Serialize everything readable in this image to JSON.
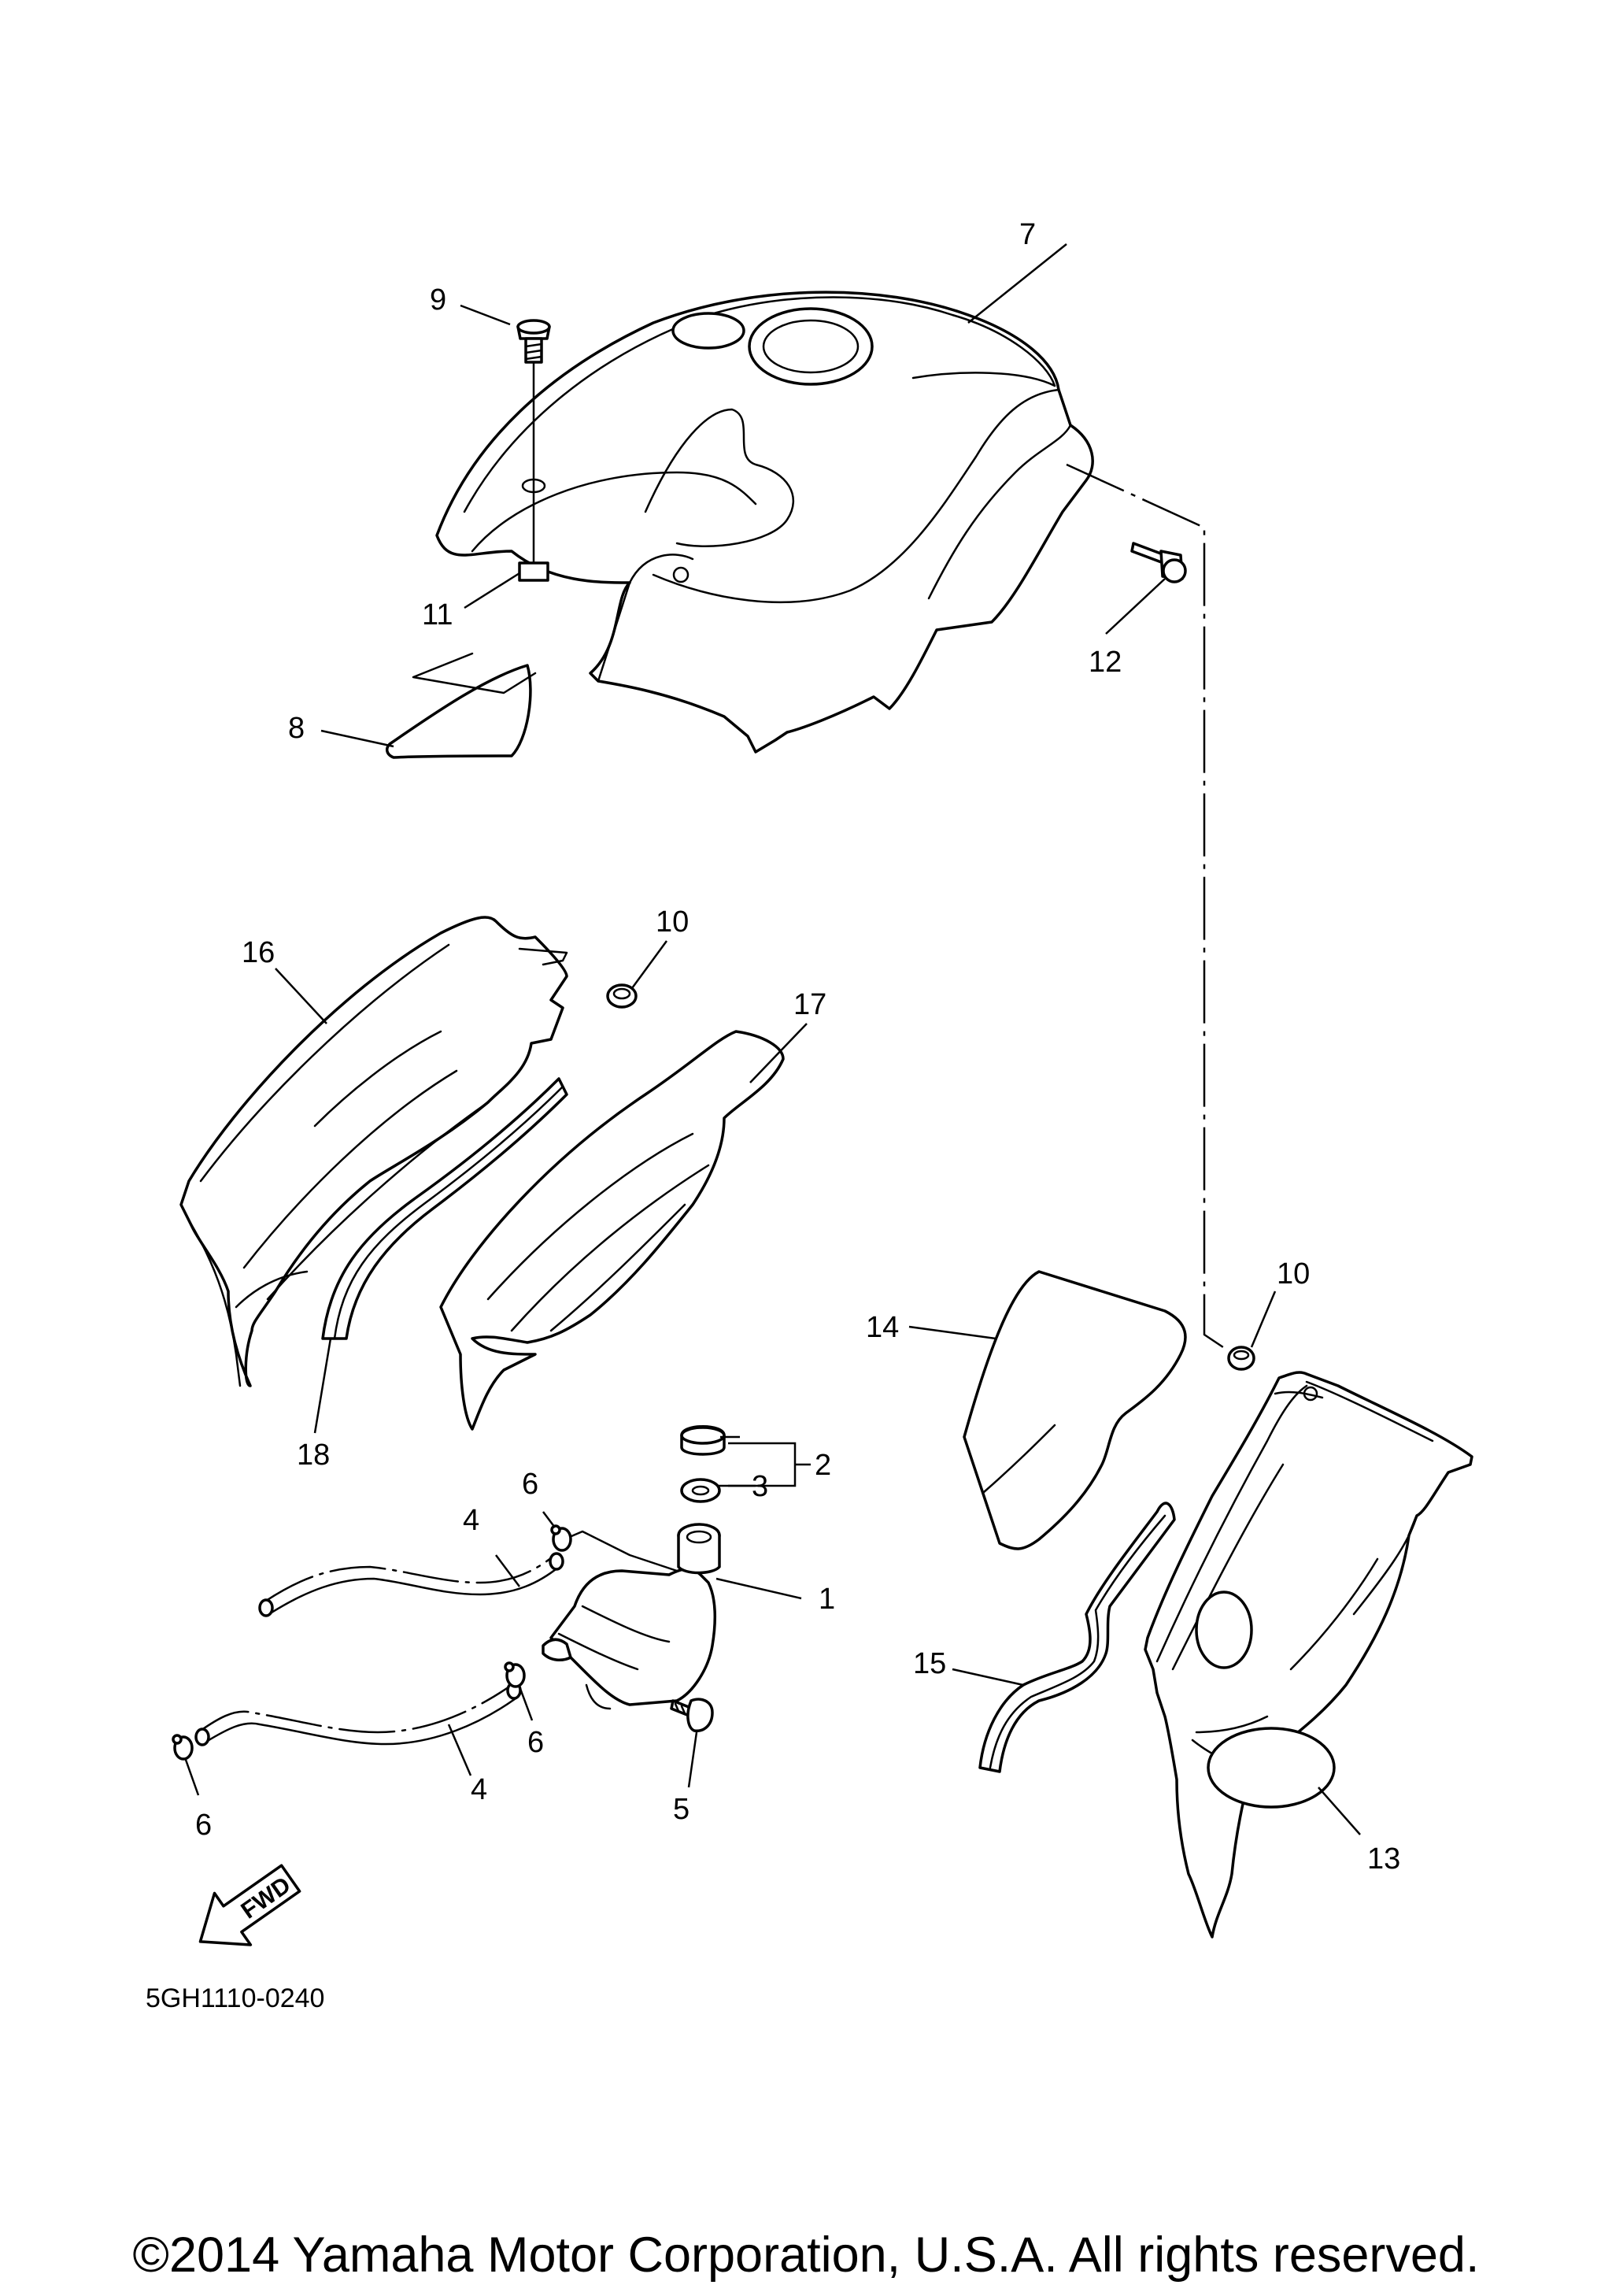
{
  "diagram_code": "5GH1110-0240",
  "copyright": "©2014 Yamaha Motor Corporation, U.S.A. All rights reserved.",
  "fwd_label": "FWD",
  "callouts": {
    "c1": "1",
    "c2": "2",
    "c3": "3",
    "c4a": "4",
    "c4b": "4",
    "c5": "5",
    "c6a": "6",
    "c6b": "6",
    "c6c": "6",
    "c7": "7",
    "c8": "8",
    "c9": "9",
    "c10a": "10",
    "c10b": "10",
    "c11": "11",
    "c12": "12",
    "c13": "13",
    "c14": "14",
    "c15": "15",
    "c16": "16",
    "c17": "17",
    "c18": "18"
  }
}
